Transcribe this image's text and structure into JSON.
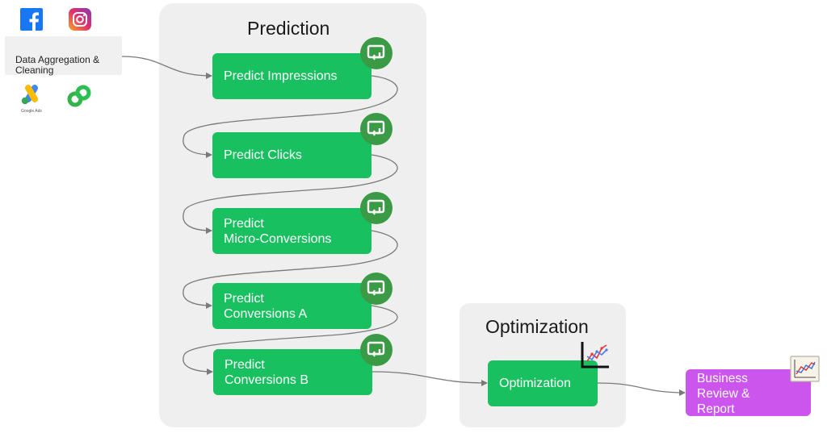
{
  "source": {
    "label": "Data Aggregation &\nCleaning",
    "icons": [
      "facebook-icon",
      "instagram-icon",
      "google-ads-icon",
      "supermetrics-icon"
    ],
    "google_ads_caption": "Google Ads"
  },
  "prediction": {
    "title": "Prediction",
    "steps": [
      "Predict Impressions",
      "Predict Clicks",
      "Predict\nMicro-Conversions",
      "Predict\nConversions A",
      "Predict\nConversions B"
    ]
  },
  "optimization": {
    "title": "Optimization",
    "step": "Optimization"
  },
  "report": {
    "label": "Business\nReview &\nReport"
  },
  "colors": {
    "green": "#18c060",
    "badge": "#3b9a45",
    "purple": "#cc55ee",
    "panel": "#efefef",
    "arrow": "#7a7a7a"
  }
}
